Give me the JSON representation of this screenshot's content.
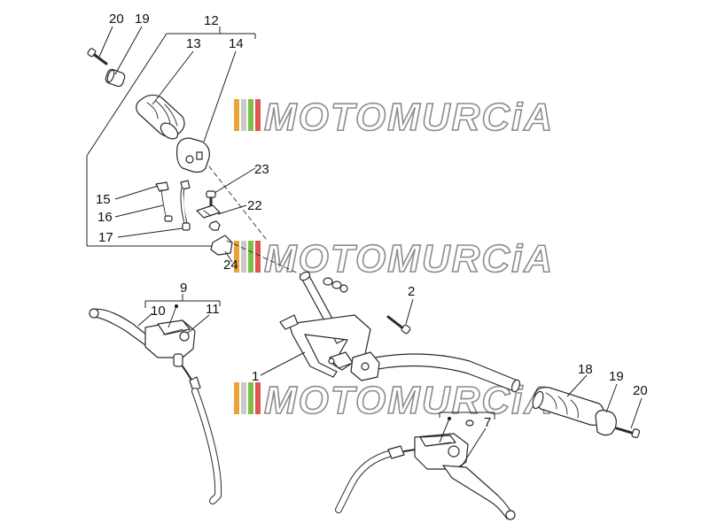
{
  "watermark": {
    "text": "MOTOMURCiA",
    "colors": [
      "#e8a33a",
      "#c8c9c8",
      "#7cc04a",
      "#e25555"
    ]
  },
  "callouts": {
    "p1": "1",
    "p2": "2",
    "p7": "7",
    "p9": "9",
    "p10": "10",
    "p11": "11",
    "p12": "12",
    "p13": "13",
    "p14": "14",
    "p15": "15",
    "p16": "16",
    "p17": "17",
    "p18": "18",
    "p19a": "19",
    "p19b": "19",
    "p20a": "20",
    "p20b": "20",
    "p22": "22",
    "p23": "23",
    "p24": "24"
  }
}
